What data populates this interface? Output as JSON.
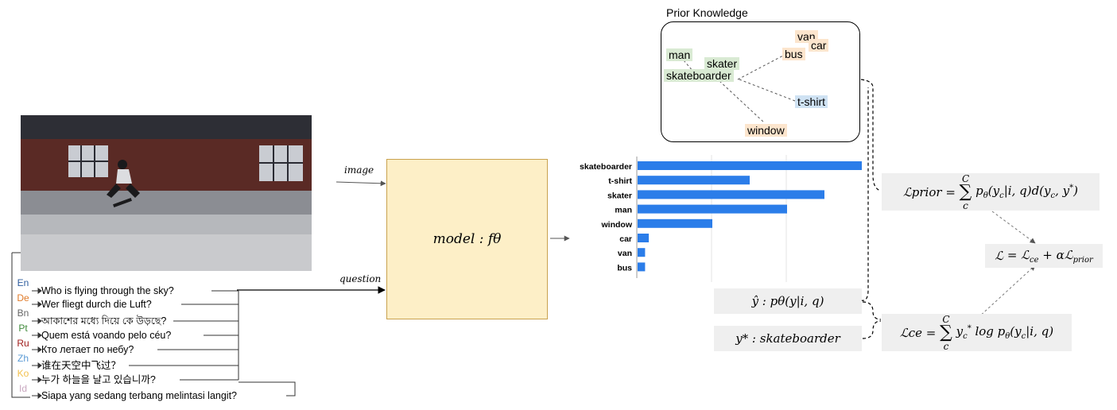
{
  "diagram": {
    "edge_labels": {
      "image": "image",
      "question": "question"
    },
    "model_label": "model : fθ",
    "questions": [
      {
        "lang": "En",
        "color": "#2e5d9e",
        "text": "Who is flying through the sky?"
      },
      {
        "lang": "De",
        "color": "#e07b2a",
        "text": "Wer fliegt durch die Luft?"
      },
      {
        "lang": "Bn",
        "color": "#666666",
        "text": "আকাশের মধ্যে দিয়ে কে উড়ছে?"
      },
      {
        "lang": "Pt",
        "color": "#3f8a3a",
        "text": "Quem está voando pelo céu?"
      },
      {
        "lang": "Ru",
        "color": "#a0201e",
        "text": "Кто летает по небу?"
      },
      {
        "lang": "Zh",
        "color": "#5b9bd5",
        "text": "谁在天空中飞过？"
      },
      {
        "lang": "Ko",
        "color": "#f2c14e",
        "text": "누가 하늘을 날고 있습니까?"
      },
      {
        "lang": "Id",
        "color": "#c9a8c0",
        "text": "Siapa yang sedang terbang melintasi langit?"
      }
    ],
    "knowledge": {
      "title": "Prior Knowledge",
      "nodes": {
        "man": "man",
        "skater": "skater",
        "skateboarder": "skateboarder",
        "van": "van",
        "car": "car",
        "bus": "bus",
        "tshirt": "t-shirt",
        "window": "window"
      }
    },
    "prediction_label": "ŷ : pθ(y|i, q)",
    "target_label": "y* : skateboarder",
    "formulas": {
      "prior_lhs": "ℒprior",
      "total_lhs": "ℒ",
      "ce_lhs": "ℒce",
      "sum_top": "C",
      "sum_bottom": "c"
    }
  },
  "chart_data": {
    "type": "bar",
    "orientation": "horizontal",
    "categories": [
      "skateboarder",
      "t-shirt",
      "skater",
      "man",
      "window",
      "car",
      "van",
      "bus"
    ],
    "values": [
      0.3,
      0.15,
      0.25,
      0.2,
      0.1,
      0.015,
      0.01,
      0.01
    ],
    "xlim": [
      0,
      0.3
    ],
    "grid": true,
    "bar_color": "#2b7de9"
  }
}
